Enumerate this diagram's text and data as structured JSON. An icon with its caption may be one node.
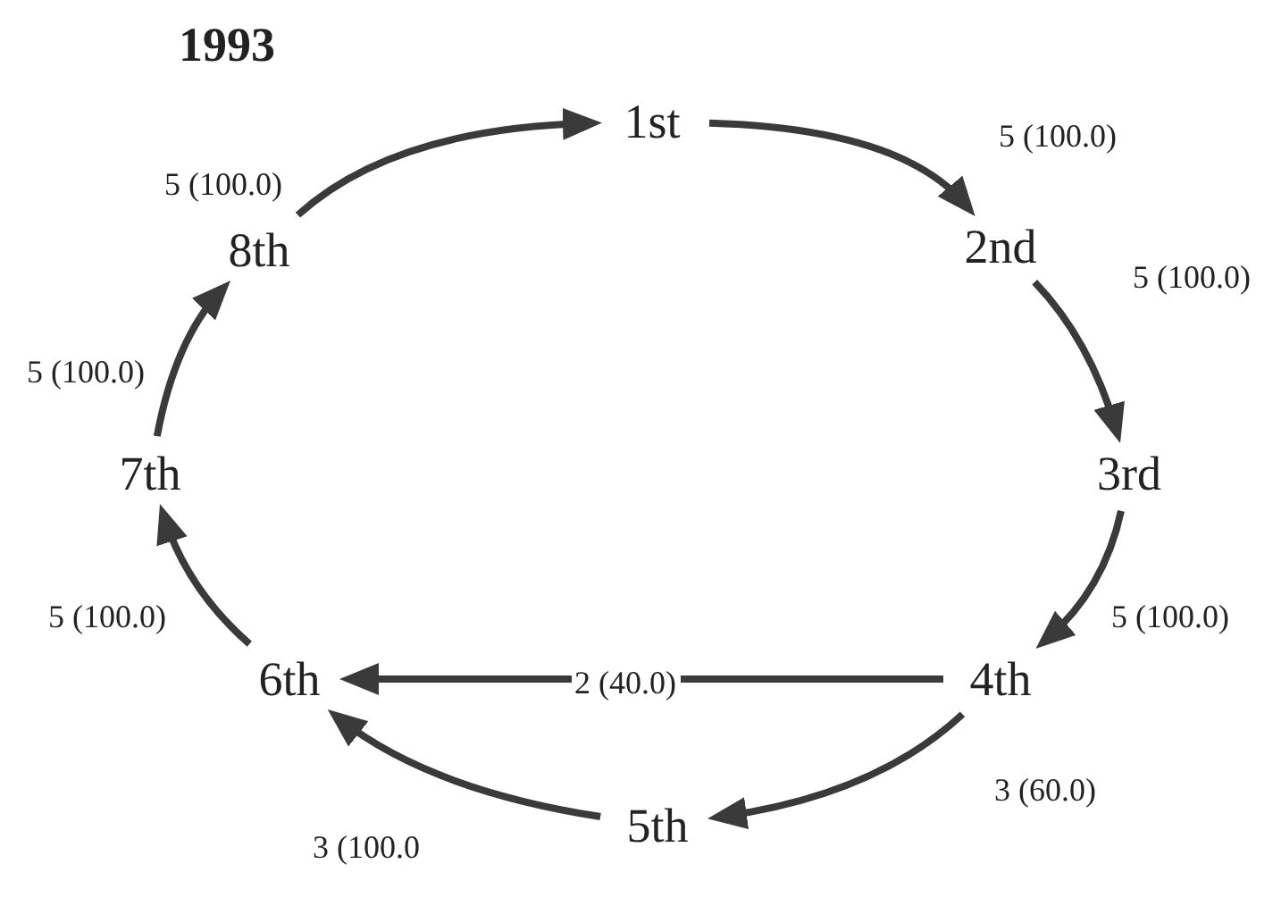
{
  "diagram": {
    "title": "1993",
    "nodes": [
      {
        "text": [
          "1st"
        ]
      },
      {
        "text": [
          "2nd"
        ]
      },
      {
        "text": [
          "3rd"
        ]
      },
      {
        "text": [
          "4th"
        ]
      },
      {
        "text": [
          "5th"
        ]
      },
      {
        "text": [
          "6th"
        ]
      },
      {
        "text": [
          "7th"
        ]
      },
      {
        "text": [
          "8th"
        ]
      }
    ],
    "edges": [
      {
        "from": 7,
        "to": 0,
        "arrow": "to",
        "label": "5 (100.0)"
      },
      {
        "from": 0,
        "to": 1,
        "arrow": "to",
        "label": "5 (100.0)"
      },
      {
        "from": 1,
        "to": 2,
        "arrow": "to",
        "label": "5 (100.0)"
      },
      {
        "from": 2,
        "to": 3,
        "arrow": "to",
        "label": "5 (100.0)"
      },
      {
        "from": 3,
        "to": 4,
        "arrow": "to",
        "label": "3 (60.0)"
      },
      {
        "from": 3,
        "to": 5,
        "arrow": "to",
        "label": "2 (40.0)"
      },
      {
        "from": 4,
        "to": 5,
        "arrow": "to",
        "label": "3 (100.0"
      },
      {
        "from": 5,
        "to": 6,
        "arrow": "to",
        "label": "5 (100.0)"
      },
      {
        "from": 6,
        "to": 7,
        "arrow": "to",
        "label": "5 (100.0)"
      }
    ]
  }
}
